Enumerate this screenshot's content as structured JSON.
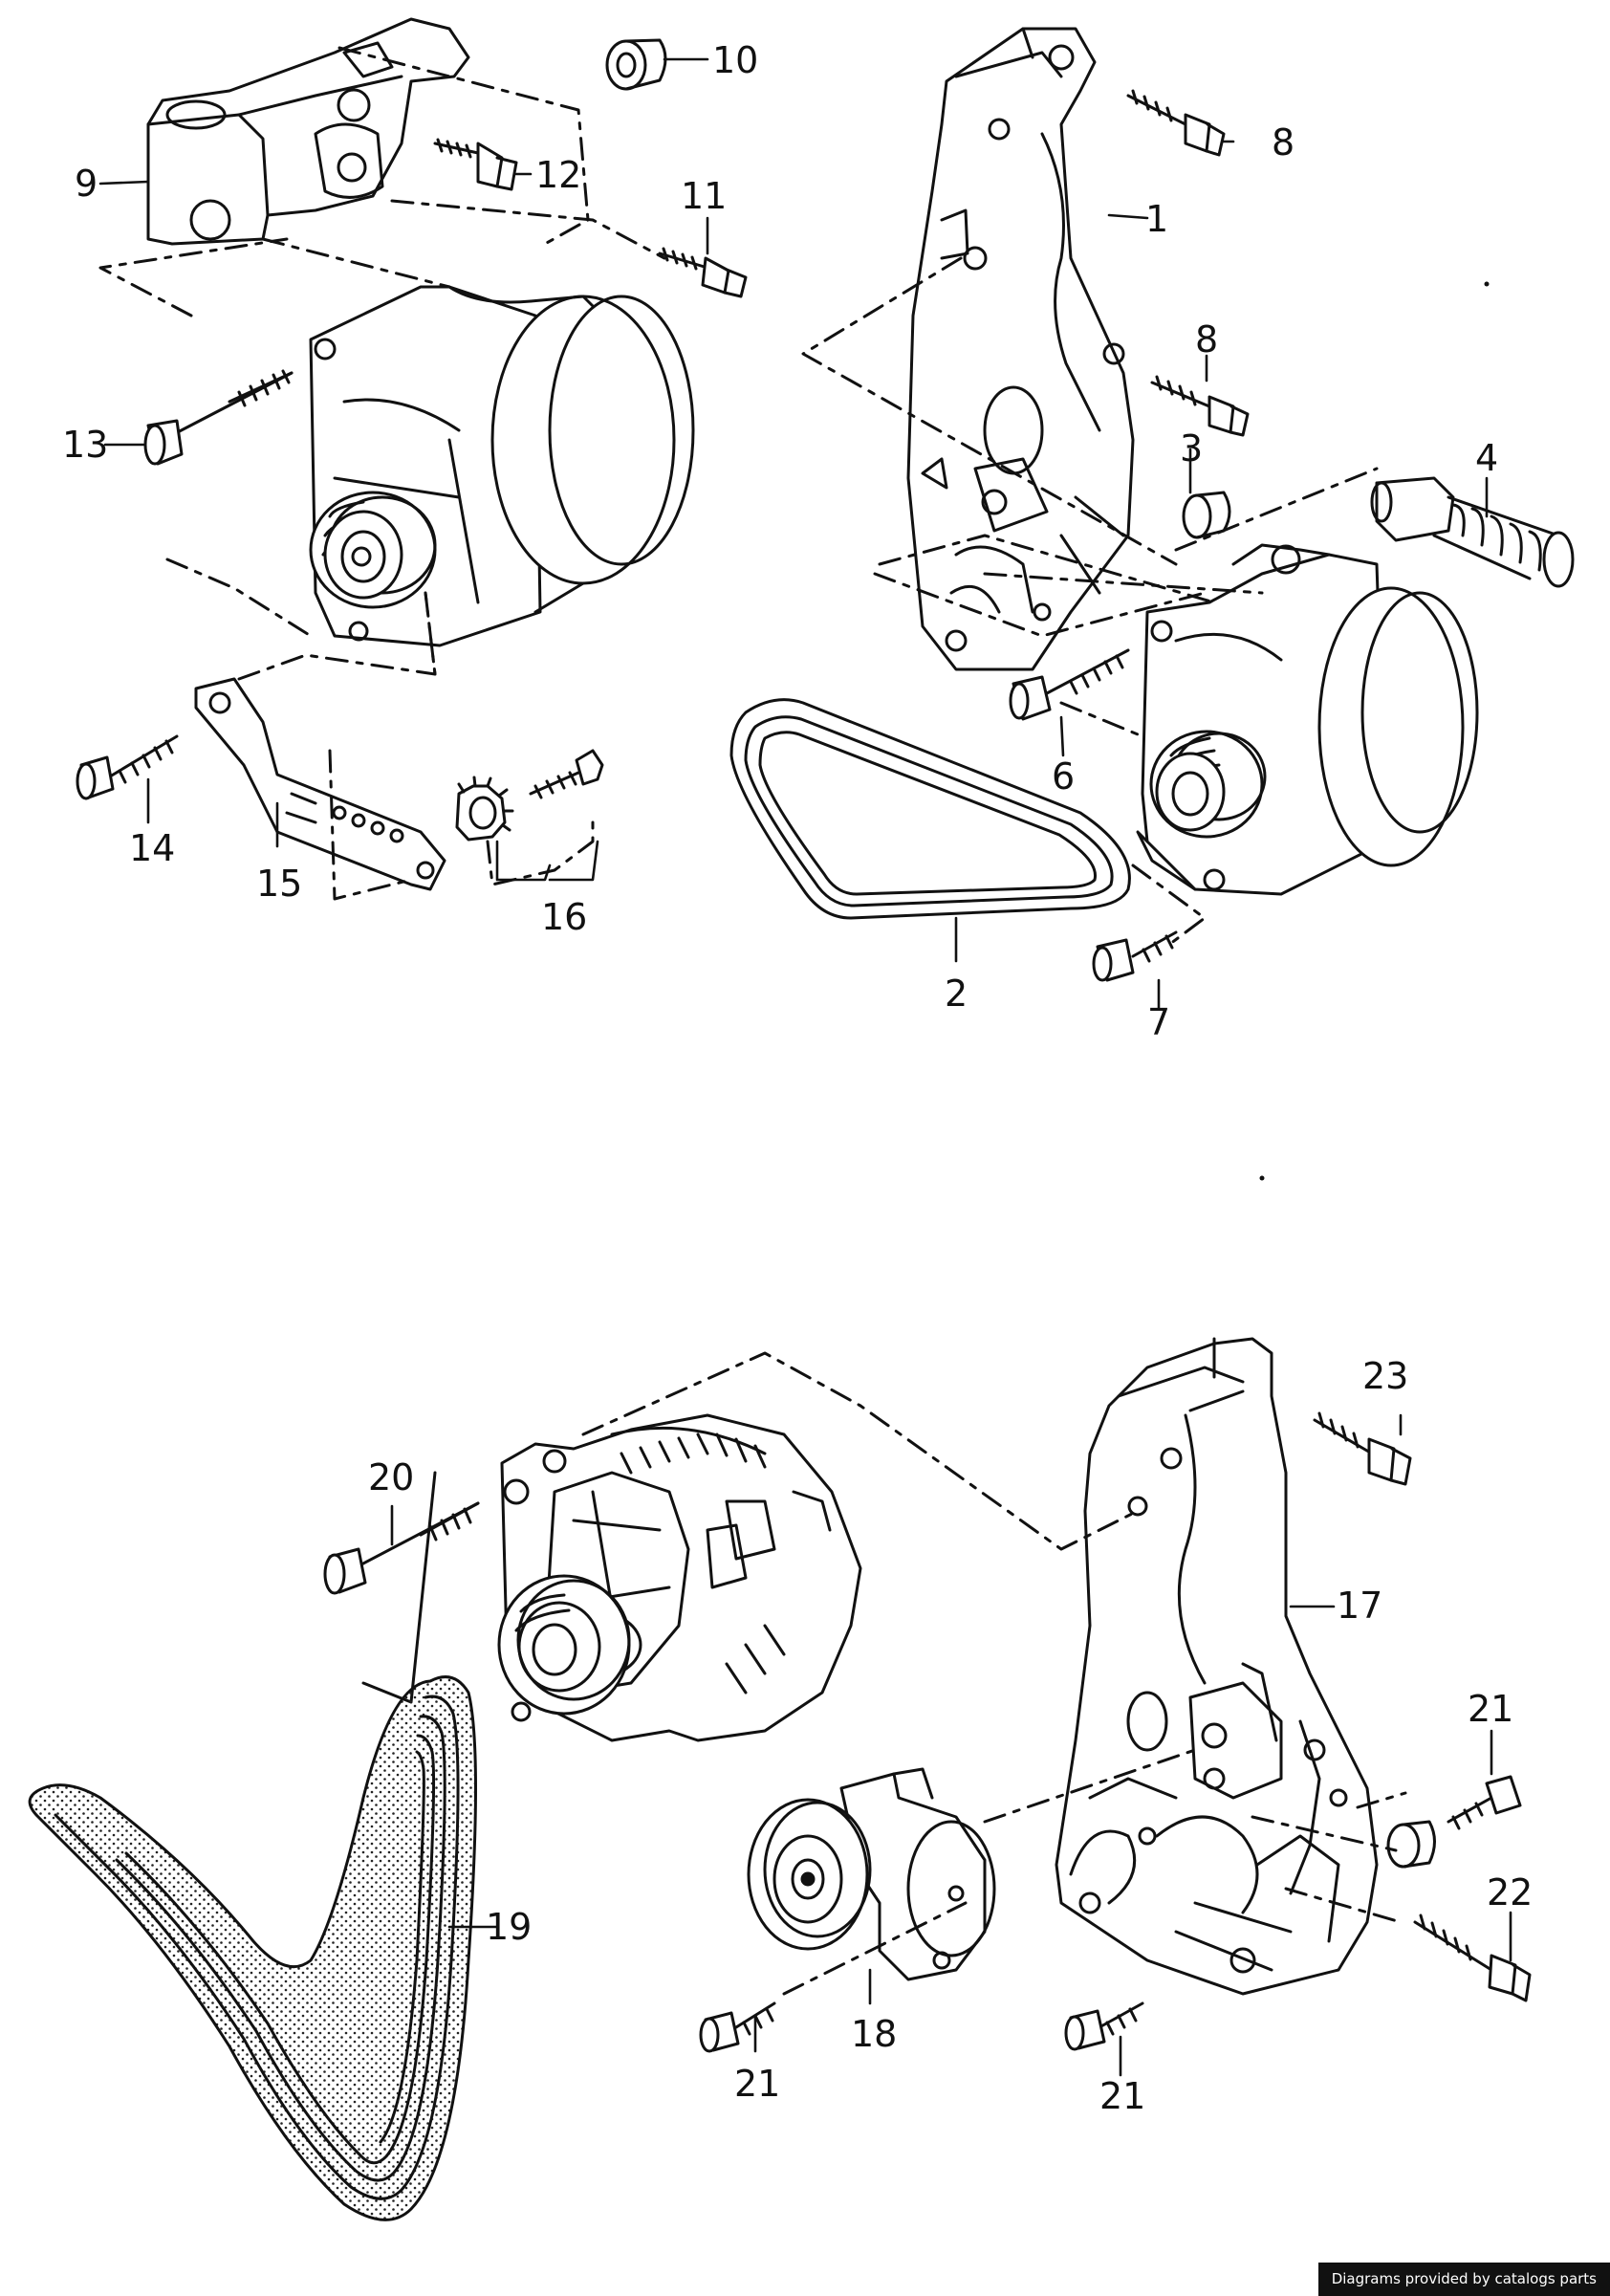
{
  "diagram": {
    "callouts": {
      "p1": "1",
      "p2": "2",
      "p3": "3",
      "p4": "4",
      "p6": "6",
      "p7": "7",
      "p8a": "8",
      "p8b": "8",
      "p9": "9",
      "p10": "10",
      "p11": "11",
      "p12": "12",
      "p13": "13",
      "p14": "14",
      "p15": "15",
      "p16": "16",
      "p17": "17",
      "p18": "18",
      "p19": "19",
      "p20": "20",
      "p21a": "21",
      "p21b": "21",
      "p21c": "21",
      "p22": "22",
      "p23": "23"
    }
  },
  "footer": {
    "credit": "Diagrams provided by catalogs parts"
  }
}
